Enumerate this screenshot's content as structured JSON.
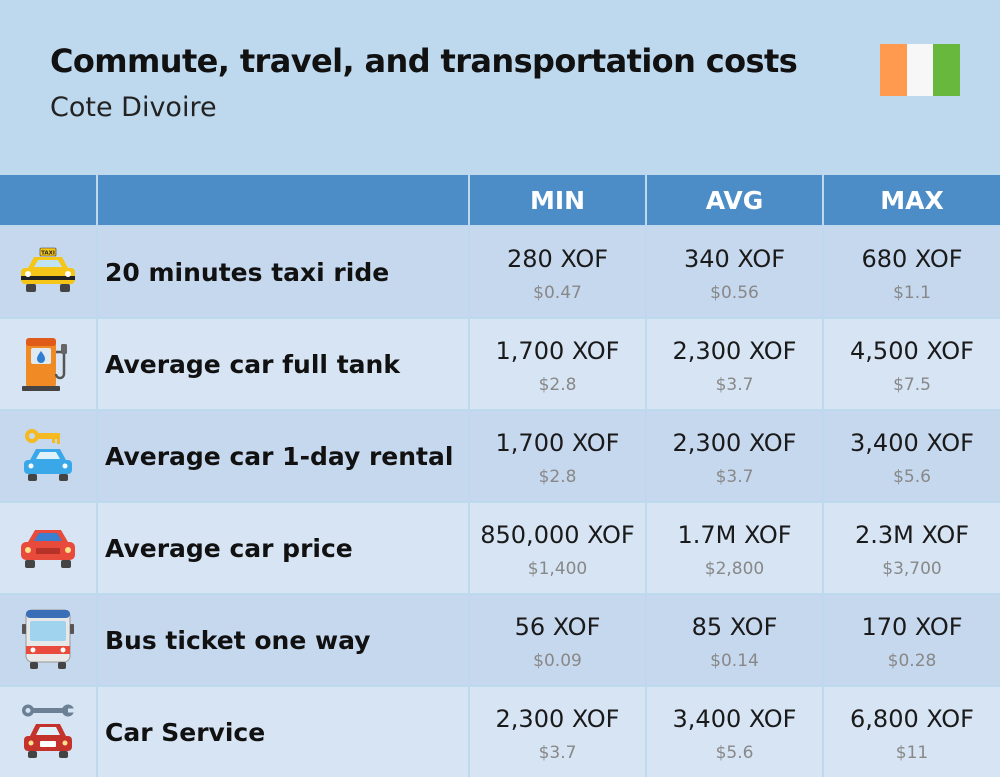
{
  "title": "Commute, travel, and transportation costs",
  "subtitle": "Cote Divoire",
  "flag_colors": [
    "#ff9a4e",
    "#f7f7f7",
    "#69b83e"
  ],
  "colors": {
    "background": "#bed8ee",
    "header": "#4c8dc8",
    "row_a": "#c6d8ee",
    "row_b": "#d6e4f4"
  },
  "columns": {
    "min": "MIN",
    "avg": "AVG",
    "max": "MAX"
  },
  "rows": [
    {
      "icon": "taxi-icon",
      "label": "20 minutes taxi ride",
      "min": {
        "local": "280 XOF",
        "usd": "$0.47"
      },
      "avg": {
        "local": "340 XOF",
        "usd": "$0.56"
      },
      "max": {
        "local": "680 XOF",
        "usd": "$1.1"
      }
    },
    {
      "icon": "fuel-pump-icon",
      "label": "Average car full tank",
      "min": {
        "local": "1,700 XOF",
        "usd": "$2.8"
      },
      "avg": {
        "local": "2,300 XOF",
        "usd": "$3.7"
      },
      "max": {
        "local": "4,500 XOF",
        "usd": "$7.5"
      }
    },
    {
      "icon": "car-rental-icon",
      "label": "Average car 1-day rental",
      "min": {
        "local": "1,700 XOF",
        "usd": "$2.8"
      },
      "avg": {
        "local": "2,300 XOF",
        "usd": "$3.7"
      },
      "max": {
        "local": "3,400 XOF",
        "usd": "$5.6"
      }
    },
    {
      "icon": "car-icon",
      "label": "Average car price",
      "min": {
        "local": "850,000 XOF",
        "usd": "$1,400"
      },
      "avg": {
        "local": "1.7M XOF",
        "usd": "$2,800"
      },
      "max": {
        "local": "2.3M XOF",
        "usd": "$3,700"
      }
    },
    {
      "icon": "bus-icon",
      "label": "Bus ticket one way",
      "min": {
        "local": "56 XOF",
        "usd": "$0.09"
      },
      "avg": {
        "local": "85 XOF",
        "usd": "$0.14"
      },
      "max": {
        "local": "170 XOF",
        "usd": "$0.28"
      }
    },
    {
      "icon": "car-service-icon",
      "label": "Car Service",
      "min": {
        "local": "2,300 XOF",
        "usd": "$3.7"
      },
      "avg": {
        "local": "3,400 XOF",
        "usd": "$5.6"
      },
      "max": {
        "local": "6,800 XOF",
        "usd": "$11"
      }
    }
  ]
}
